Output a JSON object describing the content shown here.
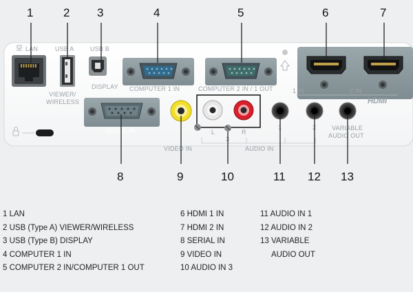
{
  "callouts": [
    "1",
    "2",
    "3",
    "4",
    "5",
    "6",
    "7",
    "8",
    "9",
    "10",
    "11",
    "12",
    "13"
  ],
  "panel_labels": {
    "lan": "LAN",
    "usb_a": "USB A",
    "usb_b": "USB B",
    "viewer_wireless_1": "VIEWER/",
    "viewer_wireless_2": "WIRELESS",
    "display": "DISPLAY",
    "computer1": "COMPUTER 1 IN",
    "computer2": "COMPUTER 2 IN / 1 OUT",
    "serial": "SERIAL IN",
    "video": "VIDEO IN",
    "audio_in": "AUDIO IN",
    "audio_l": "L",
    "audio_3": "3",
    "audio_r": "R",
    "audio_1": "1",
    "audio_2": "2",
    "variable_1": "VARIABLE",
    "variable_2": "AUDIO OUT",
    "hdmi_1": "1 IN",
    "hdmi_2": "2 IN",
    "hdmi_logo": "HDMI"
  },
  "legend": {
    "col1": [
      "1 LAN",
      "2 USB (Type A) VIEWER/WIRELESS",
      "3 USB (Type B) DISPLAY",
      "4 COMPUTER 1 IN",
      "5 COMPUTER 2 IN/COMPUTER 1 OUT"
    ],
    "col2": [
      "6 HDMI 1 IN",
      "7 HDMI 2 IN",
      "8 SERIAL IN",
      "9 VIDEO IN",
      "10 AUDIO IN 3"
    ],
    "col3": [
      "11 AUDIO IN 1",
      "12 AUDIO IN 2",
      "13 VARIABLE",
      "AUDIO OUT"
    ]
  }
}
